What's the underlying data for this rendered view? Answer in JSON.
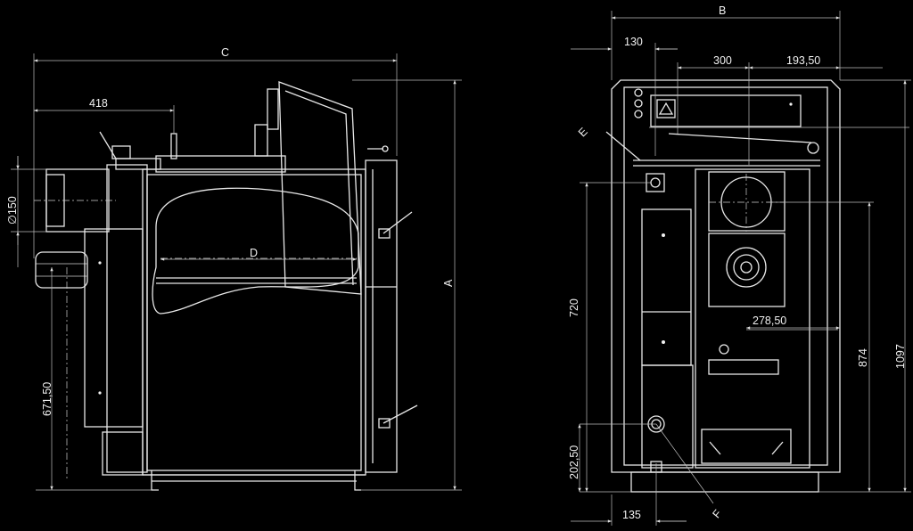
{
  "dimensions": {
    "A": "A",
    "B": "B",
    "C": "C",
    "D": "D",
    "E": "E",
    "F": "F",
    "d418": "418",
    "d150": "∅150",
    "d671": "671,50",
    "d130": "130",
    "d300": "300",
    "d193": "193,50",
    "d278": "278,50",
    "d720": "720",
    "d874": "874",
    "d1097": "1097",
    "d202": "202,50",
    "d135": "135"
  },
  "colors": {
    "background": "#000000",
    "lines": "#e8e8e8"
  }
}
